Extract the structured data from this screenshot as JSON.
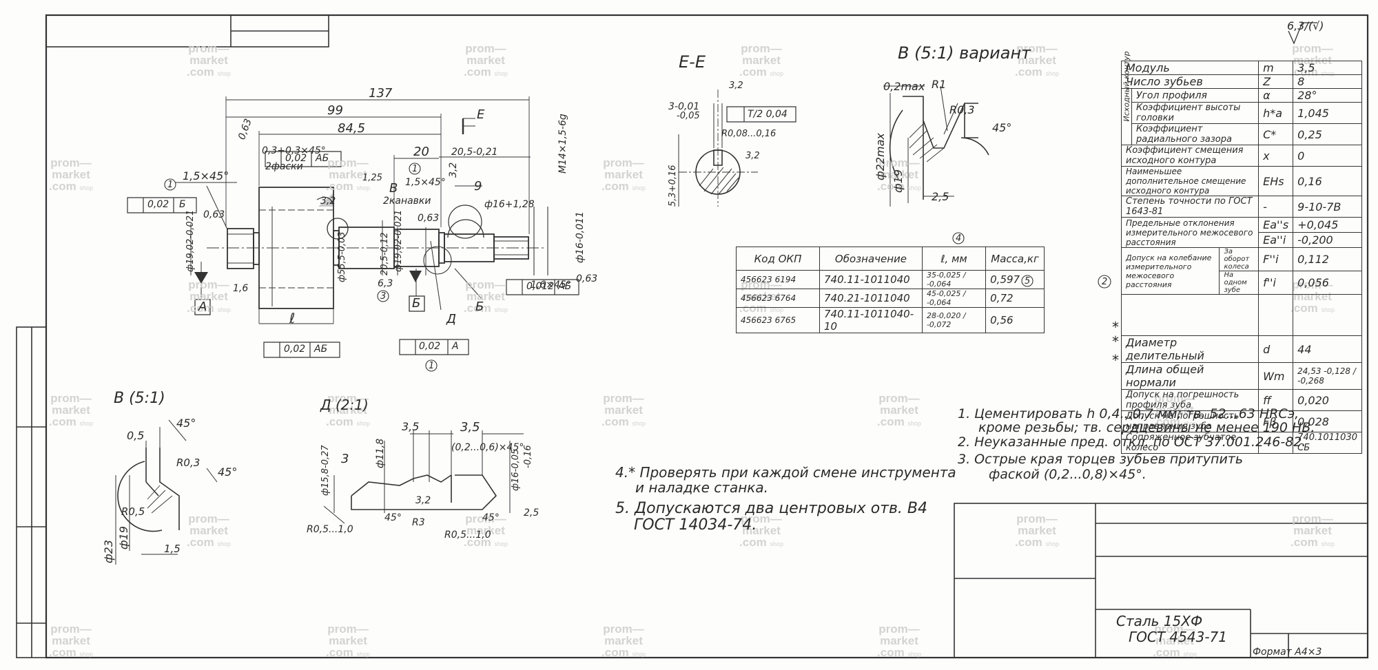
{
  "views": {
    "section_ee": "E-E",
    "view_b_variant": "В (5:1) вариант",
    "view_b": "В (5:1)",
    "view_d": "Д (2:1)"
  },
  "watermark": {
    "line1": "prom—",
    "line2": "market",
    "line3": ".com",
    "suffix": "shop"
  },
  "dims": {
    "d137": "137",
    "d99": "99",
    "d845": "84,5",
    "d20": "20",
    "d205": "20,5-0,21",
    "d9": "9",
    "cham15": "1,5×45°",
    "cham03": "0,3+0,3×45°",
    "twochamf": "2фаски",
    "twogrooves": "2канавки",
    "cham15b": "1,5×45°",
    "cham16": "1,6×45°",
    "m14": "М14×1,5-6g",
    "d16": "ф16-0,011",
    "d16r": "ф16+1,28",
    "d555": "ф55,5-0,03",
    "d205b": "20,5-0,12",
    "d1902": "ф19,02-0,021",
    "d1902b": "ф19,02-0,021",
    "r063a": "0,63",
    "r063b": "0,63",
    "r063c": "0,63",
    "r063d": "0,63",
    "r16": "1,6",
    "r32a": "3,2",
    "r32b": "3,2",
    "r125": "1,25",
    "letter_E": "Е",
    "letter_A": "А",
    "letter_B": "Б",
    "letter_Bb": "Б",
    "letter_V": "В",
    "letter_D": "Д",
    "ell": "ℓ",
    "c63": "6,3",
    "c1": "1",
    "c2": "1",
    "c3": "3",
    "c1b": "1",
    "tol002b": "0,02",
    "tolB": "Б",
    "tol002ab": "0,02",
    "tolAB": "АБ",
    "tol002ab2": "0,02",
    "tolAB2": "АБ",
    "tol0012": "0,012",
    "tolAB3": "АБ",
    "tol002a": "0,02",
    "tolA": "А"
  },
  "section_ee_dims": {
    "d3": "3-0,01",
    "d3b": "-0,05",
    "sym": "T/2 0,04",
    "r008": "R0,08...0,16",
    "r32": "3,2",
    "r32b": "3,2",
    "d53": "5,3+0,16"
  },
  "variant_dims": {
    "d02": "0,2max",
    "r1": "R1",
    "r03": "R0,3",
    "a45": "45°",
    "d22": "ф22max",
    "d19": "ф19",
    "d25": "2,5"
  },
  "view_b_dims": {
    "d05": "0,5",
    "a45": "45°",
    "a45b": "45°",
    "r03": "R0,3",
    "r05": "R0,5",
    "d23": "ф23",
    "d19": "ф19",
    "d15": "1,5"
  },
  "view_d_dims": {
    "d35": "3,5",
    "d35b": "3,5",
    "d3": "3",
    "d118": "ф11,8",
    "cham": "(0,2...0,6)×45°",
    "d158": "ф15,8-0,27",
    "d16": "ф16-0,05",
    "d16b": "-0,16",
    "r05": "R0,5...1,0",
    "r3": "R3",
    "r05b": "R0,5...1,0",
    "a45": "45°",
    "a45b": "45°",
    "d32": "3,2",
    "d25": "2,5"
  },
  "mark_4": "4",
  "parts_table": {
    "headers": [
      "Код ОКП",
      "Обозначение",
      "ℓ, мм",
      "Масса,кг"
    ],
    "rows": [
      [
        "456623 6194",
        "740.11-1011040",
        "35-0,025 / -0,064",
        "0,597"
      ],
      [
        "456623 6764",
        "740.21-1011040",
        "45-0,025 / -0,064",
        "0,72"
      ],
      [
        "456623 6765",
        "740.11-1011040-10",
        "28-0,020 / -0,072",
        "0,56"
      ]
    ],
    "mark5": "5"
  },
  "rough_symbol": "6,3/(√)",
  "params_table": {
    "contour_label": "Исходный контур",
    "rows": [
      {
        "name": "Модуль",
        "sym": "m",
        "val": "3,5"
      },
      {
        "name": "Число зубьев",
        "sym": "Z",
        "val": "8"
      },
      {
        "name": "Угол профиля",
        "sym": "α",
        "val": "28°"
      },
      {
        "name": "Коэффициент высоты головки",
        "sym": "h*a",
        "val": "1,045"
      },
      {
        "name": "Коэффициент радиального зазора",
        "sym": "C*",
        "val": "0,25"
      },
      {
        "name": "Коэффициент смещения исходного контура",
        "sym": "x",
        "val": "0"
      },
      {
        "name": "Наименьшее дополнительное смещение исходного контура",
        "sym": "EHs",
        "val": "0,16"
      },
      {
        "name": "Степень точности по ГОСТ 1643-81",
        "sym": "-",
        "val": "9-10-7В"
      },
      {
        "name": "Предельные отклонения измерительного межосевого расстояния",
        "sym": "Ea''s",
        "val": "+0,045"
      },
      {
        "name": "",
        "sym": "Ea''i",
        "val": "-0,200"
      },
      {
        "name": "Допуск на колебание измерительного межосевого расстояния",
        "sub": "За оборот колеса",
        "sym": "F''i",
        "val": "0,112"
      },
      {
        "name": "",
        "sub": "На одном зубе",
        "sym": "f''i",
        "val": "0,056"
      },
      {
        "name": "Диаметр делительный",
        "sym": "d",
        "val": "44"
      },
      {
        "name": "Длина общей нормали",
        "sym": "Wm",
        "val": "24,53 -0,128 / -0,268"
      },
      {
        "name": "Допуск на погрешность профиля зуба",
        "sym": "ff",
        "val": "0,020"
      },
      {
        "name": "Допуск на погрешность направления зуба",
        "sym": "Fβ",
        "val": "0,028"
      },
      {
        "name": "Сопряженное зубчатое колесо",
        "sym": "-",
        "val": "740.1011030 СБ"
      }
    ],
    "mark2": "2",
    "stars": [
      "*",
      "*",
      "*"
    ]
  },
  "notes_left": {
    "n4a": "4.* Проверять при каждой смене инструмента",
    "n4b": "и наладке станка.",
    "n5a": "5. Допускаются два центровых отв. В4",
    "n5b": "ГОСТ 14034-74."
  },
  "notes_right": {
    "n1a": "1. Цементировать h 0,4...0,7 мм; тв. 52...63 HRCэ,",
    "n1b": "кроме резьбы; тв. сердцевины не менее 190 НВ.",
    "n2": "2. Неуказанные пред. откл. по ОСТ 37.001.246-82.",
    "n3a": "3. Острые края торцев зубьев притупить",
    "n3b": "фаской (0,2...0,8)×45°."
  },
  "title_block": {
    "material1": "Сталь 15ХФ",
    "material2": "ГОСТ 4543-71"
  },
  "format": "Формат А4×3"
}
